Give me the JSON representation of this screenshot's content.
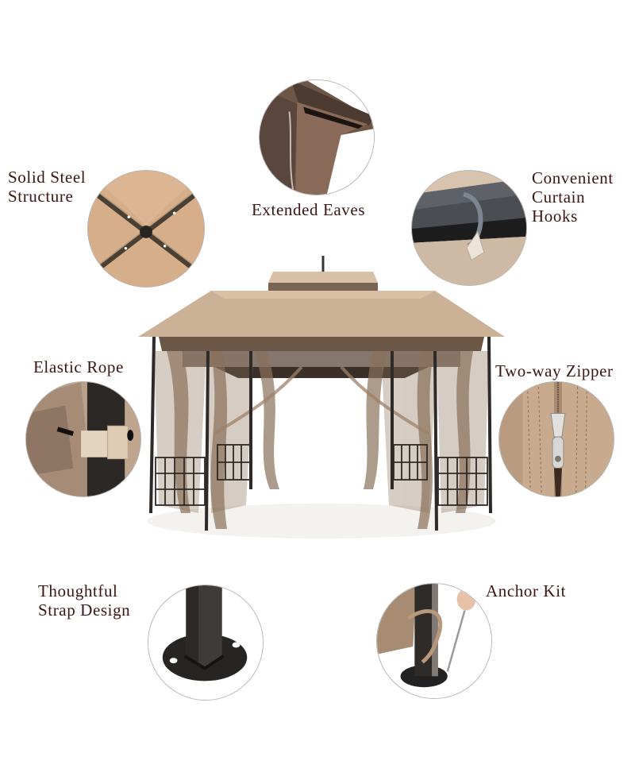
{
  "features": {
    "solid_steel": {
      "lines": [
        "Solid Steel",
        "Structure"
      ]
    },
    "extended_eaves": {
      "lines": [
        "Extended Eaves"
      ]
    },
    "curtain_hooks": {
      "lines": [
        "Convenient",
        "Curtain",
        "Hooks"
      ]
    },
    "elastic_rope": {
      "lines": [
        "Elastic Rope"
      ]
    },
    "two_way_zipper": {
      "lines": [
        "Two-way Zipper"
      ]
    },
    "strap_design": {
      "lines": [
        "Thoughtful",
        "Strap Design"
      ]
    },
    "anchor_kit": {
      "lines": [
        "Anchor Kit"
      ]
    }
  },
  "colors": {
    "label_text": "#3a1512",
    "canopy_tan": "#cbb195",
    "frame_dark": "#2e2a27",
    "mesh_brown": "#8a705a",
    "circle_border": "#b9b6b3"
  }
}
